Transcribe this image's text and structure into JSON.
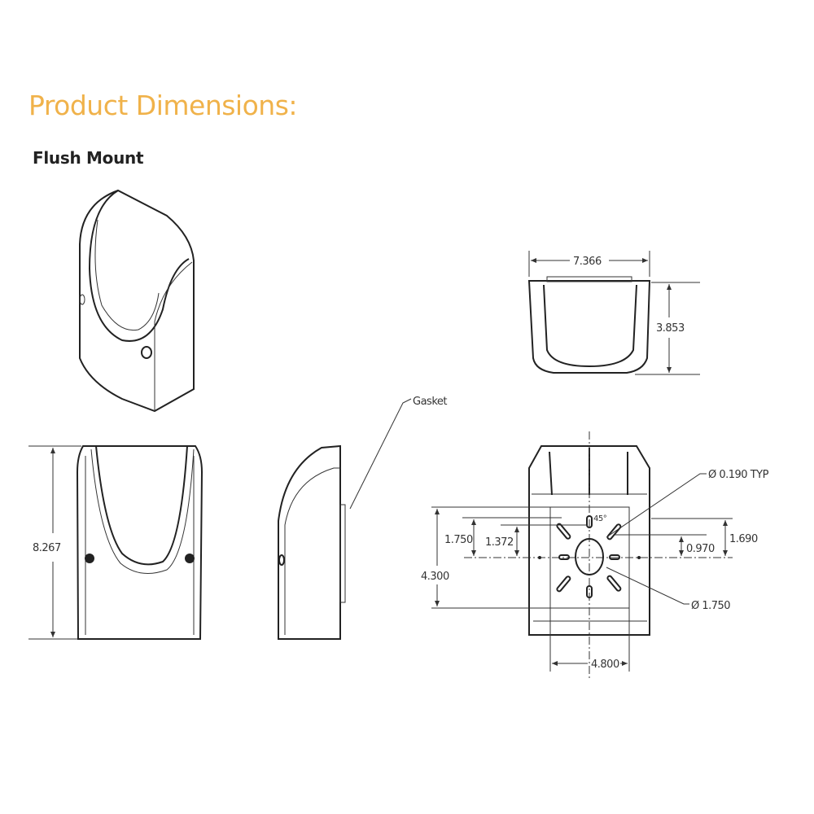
{
  "header": {
    "title": "Product Dimensions:",
    "subtitle": "Flush Mount"
  },
  "colors": {
    "title": "#f0b24a",
    "lines": "#222222"
  },
  "diagram": {
    "front_view": {
      "height_label": "8.267"
    },
    "side_view": {
      "gasket_label": "Gasket"
    },
    "top_view": {
      "width_label": "7.366",
      "depth_label": "3.853"
    },
    "back_view": {
      "hole_label": "Ø 0.190 TYP",
      "angle_label": "45°",
      "dim_1750": "1.750",
      "dim_1372": "1.372",
      "dim_4300": "4.300",
      "dim_0970": "0.970",
      "dim_1690": "1.690",
      "center_hole_label": "Ø 1.750",
      "dim_4800": "4.800"
    }
  }
}
